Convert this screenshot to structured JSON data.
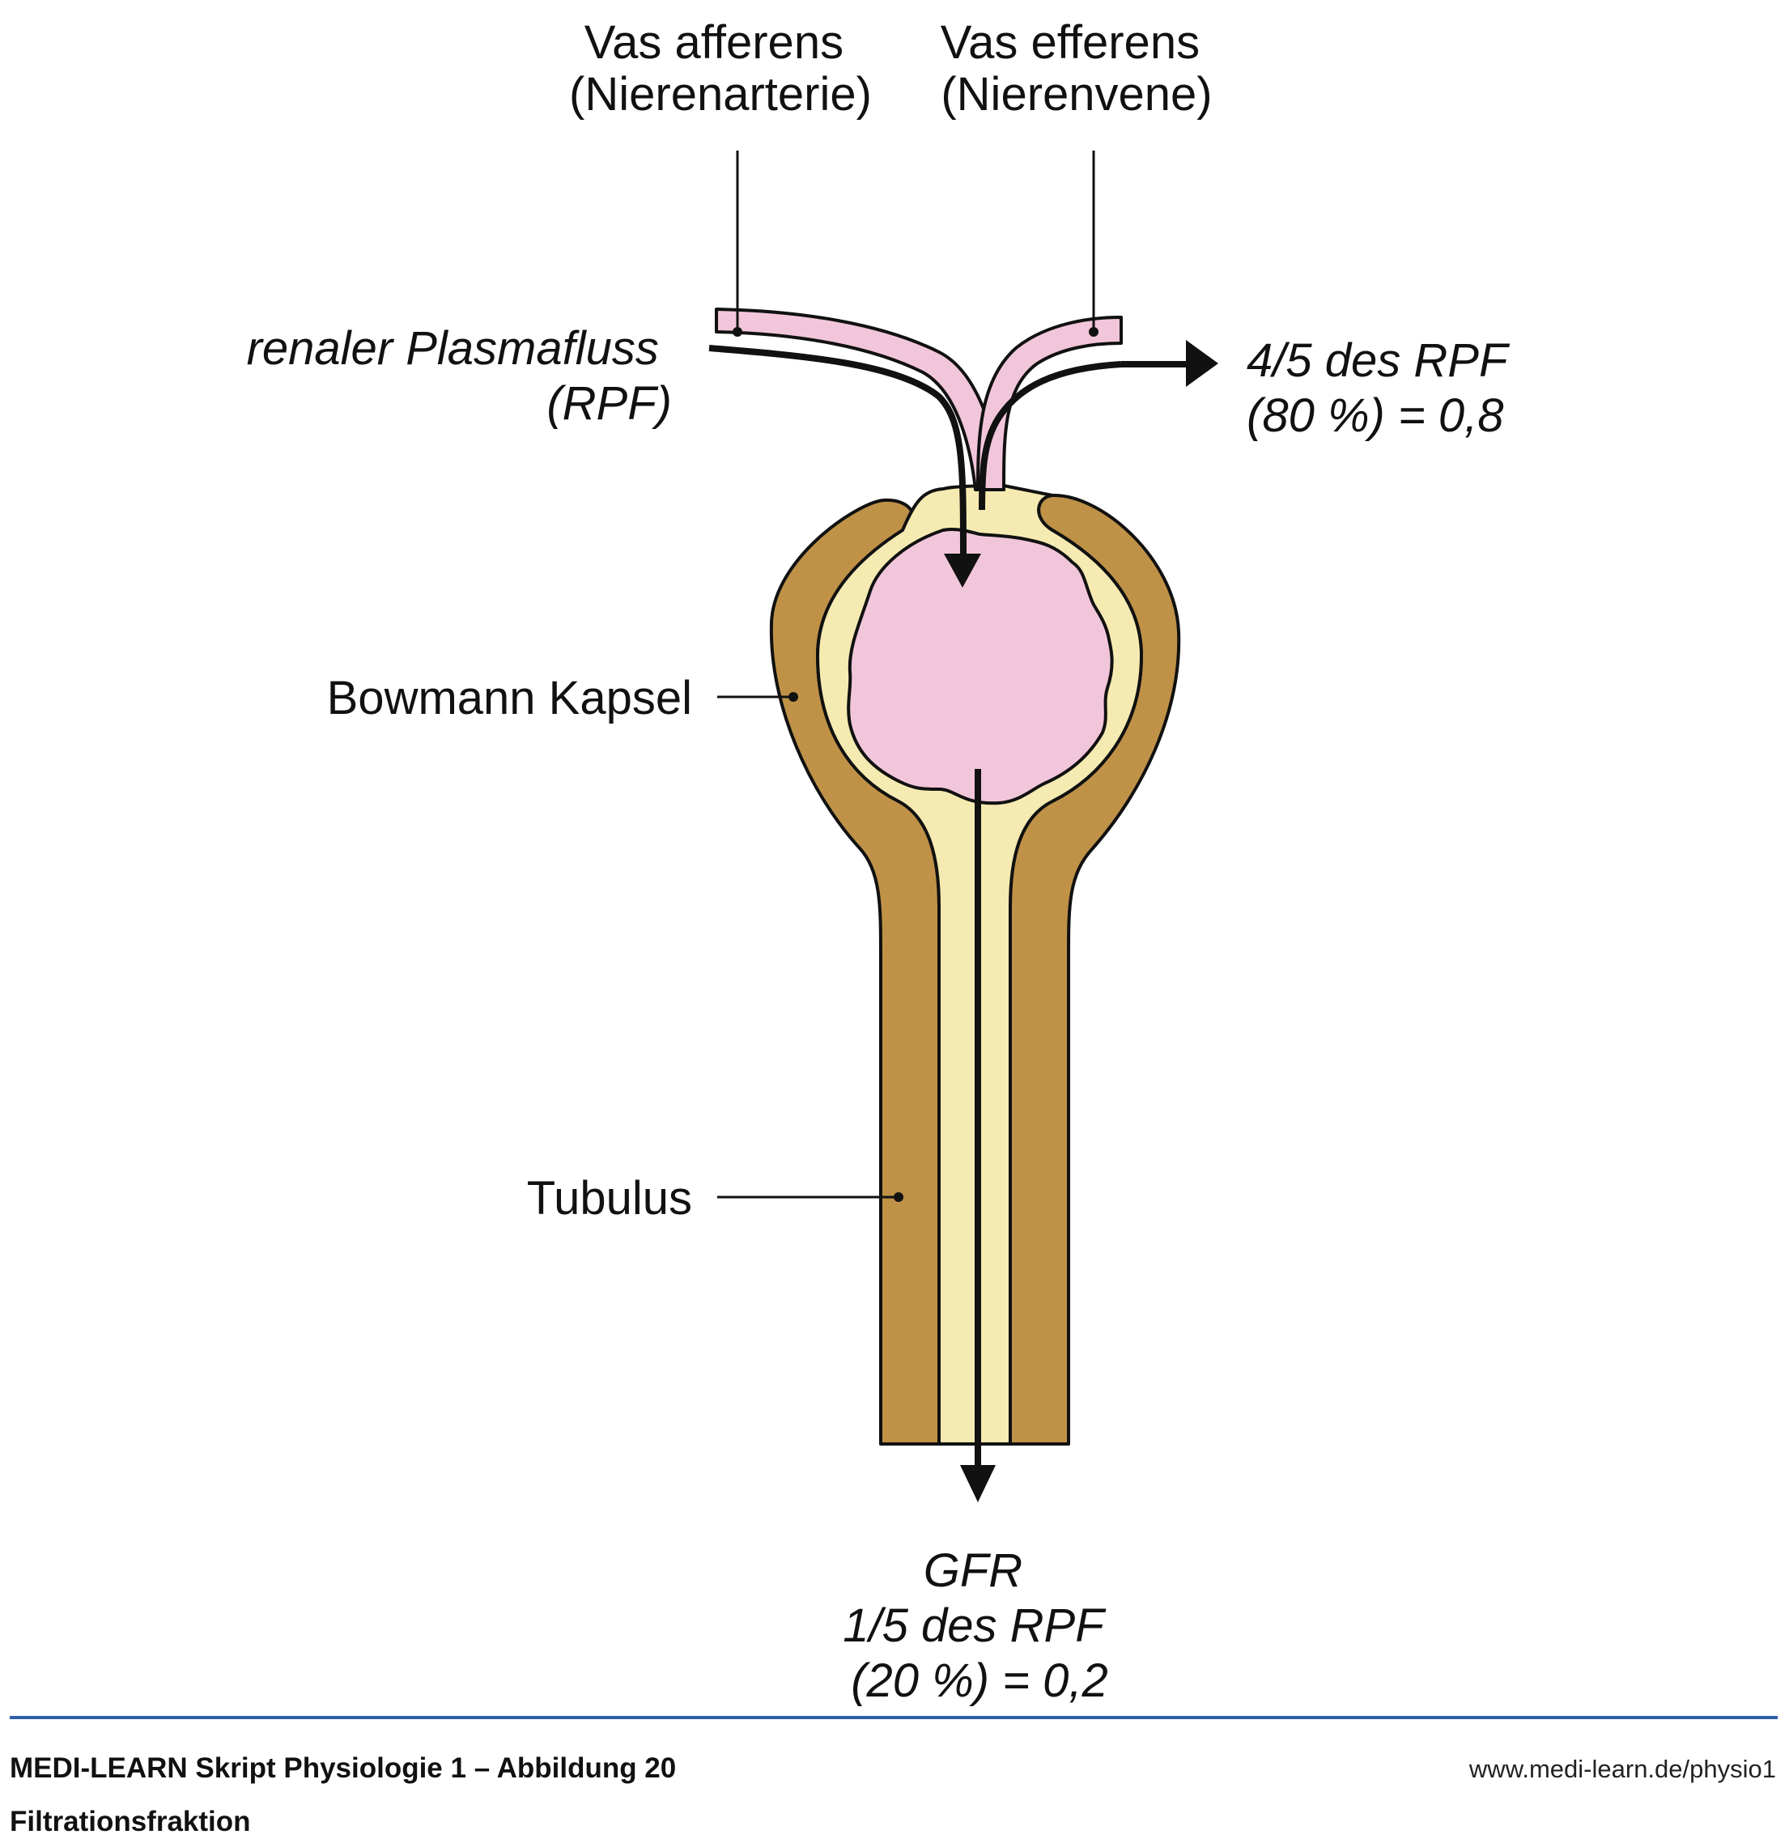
{
  "labels": {
    "vas_afferens": [
      "Vas afferens",
      "(Nierenarterie)"
    ],
    "vas_efferens": [
      "Vas efferens",
      "(Nierenvene)"
    ],
    "rpf": [
      "renaler Plasmafluss",
      "(RPF)"
    ],
    "efferent_fraction": [
      "4/5 des RPF",
      "(80 %) = 0,8"
    ],
    "bowmann": "Bowmann Kapsel",
    "tubulus": "Tubulus",
    "gfr": [
      "GFR",
      "1/5 des RPF",
      "(20 %) = 0,2"
    ]
  },
  "footer": {
    "title_line1": "MEDI-LEARN Skript Physiologie 1 – Abbildung 20",
    "title_line2": "Filtrationsfraktion",
    "url": "www.medi-learn.de/physio1"
  },
  "colors": {
    "capsule_brown": "#bf9248",
    "lumen_cream": "#f5ebb2",
    "glomerulus_pink": "#f2c6da",
    "vessel_pink": "#f2c6da",
    "outline": "#111111",
    "footer_rule": "#2e5fa8"
  }
}
